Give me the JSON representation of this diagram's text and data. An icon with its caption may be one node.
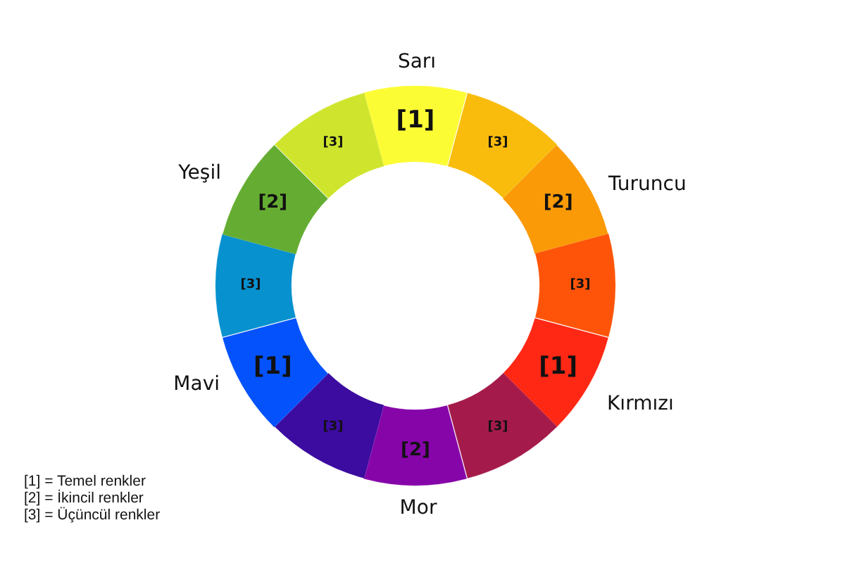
{
  "diagram": {
    "nodes": [
      {
        "text": [
          "[1]"
        ],
        "beside": [
          "Sarı"
        ]
      },
      {
        "text": [
          "[3]"
        ]
      },
      {
        "text": [
          "[2]"
        ],
        "beside": [
          "Turuncu"
        ]
      },
      {
        "text": [
          "[3]"
        ]
      },
      {
        "text": [
          "[1]"
        ],
        "beside": [
          "Kırmızı"
        ]
      },
      {
        "text": [
          "[3]"
        ]
      },
      {
        "text": [
          "[2]"
        ],
        "beside": [
          "Mor"
        ]
      },
      {
        "text": [
          "[3]"
        ]
      },
      {
        "text": [
          "[1]"
        ],
        "beside": [
          "Mavi"
        ]
      },
      {
        "text": [
          "[3]"
        ]
      },
      {
        "text": [
          "[2]"
        ],
        "beside": [
          "Yeşil"
        ]
      },
      {
        "text": [
          "[3]"
        ]
      }
    ],
    "labels": [
      "[1] = Temel renkler",
      "[2] = İkincil renkler",
      "[3] = Üçüncül renkler"
    ]
  }
}
